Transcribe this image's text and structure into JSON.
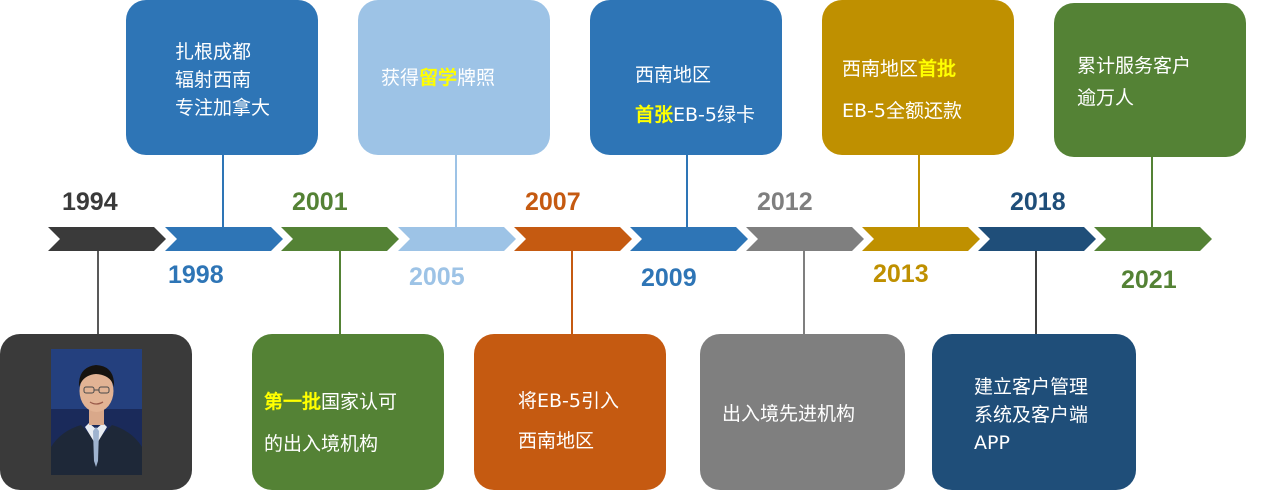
{
  "years": [
    {
      "label": "1994",
      "color": "#3a3a3a"
    },
    {
      "label": "1998",
      "color": "#2e75b6"
    },
    {
      "label": "2001",
      "color": "#548235"
    },
    {
      "label": "2005",
      "color": "#9dc3e6"
    },
    {
      "label": "2007",
      "color": "#c55a11"
    },
    {
      "label": "2009",
      "color": "#2e75b6"
    },
    {
      "label": "2012",
      "color": "#7f7f7f"
    },
    {
      "label": "2013",
      "color": "#bf9000"
    },
    {
      "label": "2018",
      "color": "#1f4e79"
    },
    {
      "label": "2021",
      "color": "#548235"
    }
  ],
  "milestones": [
    {
      "lines": [
        {
          "parts": [
            {
              "t": "扎根成都"
            }
          ]
        },
        {
          "parts": [
            {
              "t": "辐射西南"
            }
          ]
        },
        {
          "parts": [
            {
              "t": "专注加拿大"
            }
          ]
        }
      ]
    },
    {
      "lines": [
        {
          "parts": [
            {
              "t": "获得"
            },
            {
              "t": "留学",
              "hl": true
            },
            {
              "t": "牌照"
            }
          ]
        }
      ]
    },
    {
      "lines": [
        {
          "parts": [
            {
              "t": "西南地区"
            }
          ]
        },
        {
          "parts": [
            {
              "t": "首张",
              "hl": true
            },
            {
              "t": "EB-5绿卡"
            }
          ]
        }
      ]
    },
    {
      "lines": [
        {
          "parts": [
            {
              "t": "西南地区"
            },
            {
              "t": "首批",
              "hl": true
            }
          ]
        },
        {
          "parts": [
            {
              "t": "EB-5全额还款"
            }
          ]
        }
      ]
    },
    {
      "lines": [
        {
          "parts": [
            {
              "t": "累计服务客户"
            }
          ]
        },
        {
          "parts": [
            {
              "t": "逾万人"
            }
          ]
        }
      ]
    },
    {
      "lines": []
    },
    {
      "lines": [
        {
          "parts": [
            {
              "t": "第一批",
              "hl": true
            },
            {
              "t": "国家认可"
            }
          ]
        },
        {
          "parts": [
            {
              "t": "的出入境机构"
            }
          ]
        }
      ]
    },
    {
      "lines": [
        {
          "parts": [
            {
              "t": "将EB-5引入"
            }
          ]
        },
        {
          "parts": [
            {
              "t": "西南地区"
            }
          ]
        }
      ]
    },
    {
      "lines": [
        {
          "parts": [
            {
              "t": "出入境先进机构"
            }
          ]
        }
      ]
    },
    {
      "lines": [
        {
          "parts": [
            {
              "t": "建立客户管理"
            }
          ]
        },
        {
          "parts": [
            {
              "t": "系统及客户端"
            }
          ]
        },
        {
          "parts": [
            {
              "t": "APP"
            }
          ]
        }
      ]
    }
  ],
  "colors": {
    "highlight": "#ffff00",
    "box_1998": "#2e75b6",
    "box_2005": "#9dc3e6",
    "box_2009": "#2e75b6",
    "box_2013": "#bf9000",
    "box_2021": "#548235",
    "box_1994": "#3a3a3a",
    "box_2001": "#548235",
    "box_2007": "#c55a11",
    "box_2012": "#7f7f7f",
    "box_2018": "#1f4e79"
  },
  "icons": {
    "portrait": "portrait-photo"
  }
}
